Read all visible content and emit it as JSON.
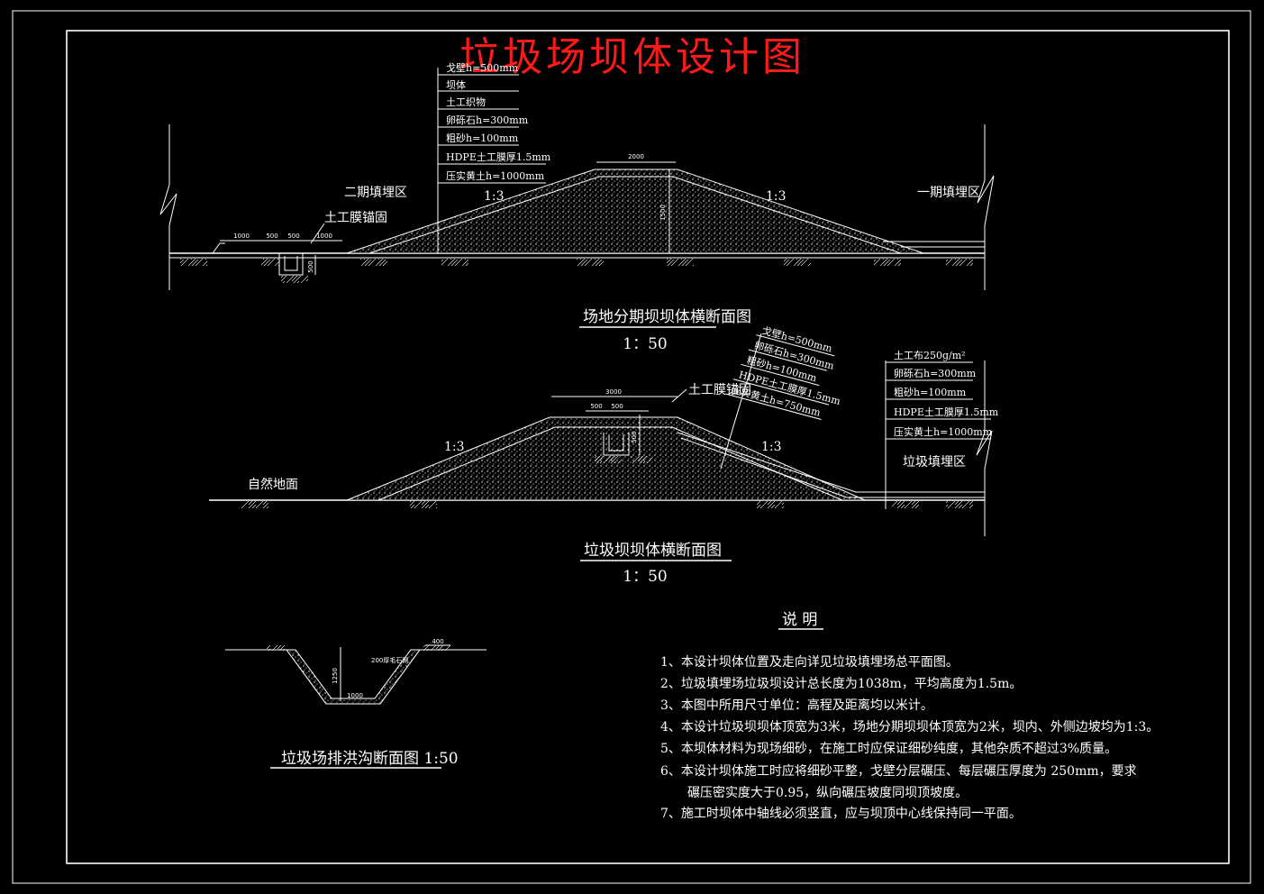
{
  "title": "垃圾场坝体设计图",
  "colors": {
    "background": "#000000",
    "lines": "#ffffff",
    "title": "#ff1a1a"
  },
  "section1": {
    "layers": [
      "戈壁h=500mm",
      "坝体",
      "土工织物",
      "卵砾石h=300mm",
      "粗砂h=100mm",
      "HDPE土工膜厚1.5mm",
      "压实黄土h=1000mm"
    ],
    "left_zone": "二期填埋区",
    "right_zone": "一期填埋区",
    "anchor_label": "土工膜锚固",
    "slope_left": "1:3",
    "slope_right": "1:3",
    "top_width": "2000",
    "height": "1500",
    "dims": [
      "1000",
      "500",
      "500",
      "1000"
    ],
    "trench_depth": "500",
    "caption": "场地分期坝坝体横断面图",
    "scale": "1：50"
  },
  "section2": {
    "layers_slanted": [
      "戈壁h=500mm",
      "卵砾石h=300mm",
      "粗砂h=100mm",
      "HDPE土工膜厚1.5mm",
      "压实黄土h=750mm"
    ],
    "layers_right": [
      "土工布250g/m²",
      "卵砾石h=300mm",
      "粗砂h=100mm",
      "HDPE土工膜厚1.5mm",
      "压实黄土h=1000mm"
    ],
    "anchor_label": "土工膜锚固",
    "top_width": "3000",
    "dims": [
      "500",
      "500"
    ],
    "trench_depth": "500",
    "slope_left": "1:3",
    "slope_right": "1:3",
    "left_label": "自然地面",
    "right_zone": "垃圾填埋区",
    "caption": "垃圾坝坝体横断面图",
    "scale": "1：50"
  },
  "section3": {
    "top_dim": "400",
    "depth": "1250",
    "bottom": "1000",
    "lining_label": "200厚毛石砌",
    "caption": "垃圾场排洪沟断面图 1:50"
  },
  "notes": {
    "heading": "说  明",
    "items": [
      "1、本设计坝体位置及走向详见垃圾填埋场总平面图。",
      "2、垃圾填埋场垃圾坝设计总长度为1038m，平均高度为1.5m。",
      "3、本图中所用尺寸单位：高程及距离均以米计。",
      "4、本设计垃圾坝坝体顶宽为3米，场地分期坝坝体顶宽为2米，坝内、外侧边坡均为1:3。",
      "5、本坝体材料为现场细砂，在施工时应保证细砂纯度，其他杂质不超过3%质量。",
      "6、本设计坝体施工时应将细砂平整，戈壁分层碾压、每层碾压厚度为 250mm，要求",
      "碾压密实度大于0.95，纵向碾压坡度同坝顶坡度。",
      "7、施工时坝体中轴线必须竖直，应与坝顶中心线保持同一平面。"
    ]
  }
}
